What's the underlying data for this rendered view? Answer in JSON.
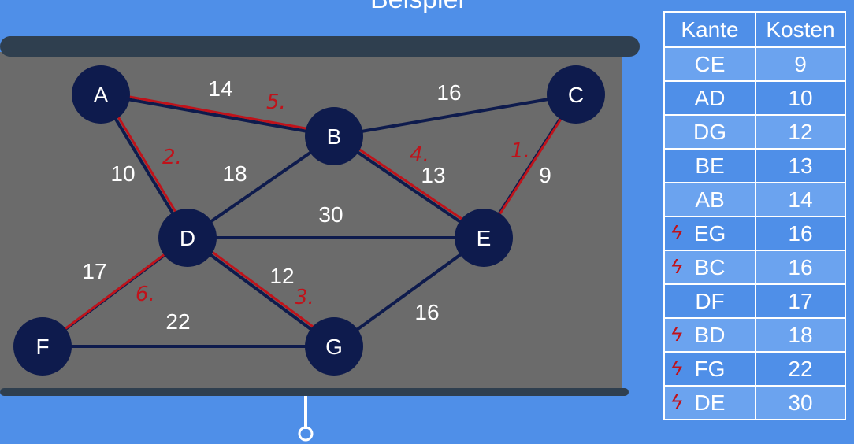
{
  "title": "Beispiel",
  "colors": {
    "background": "#4f8fe8",
    "board": "#6b6b6b",
    "roller": "#2f3f4f",
    "node": "#0e1b4d",
    "edge": "#0e1b4d",
    "selected_edge": "#c0121a",
    "text": "#ffffff"
  },
  "graph": {
    "nodes": [
      {
        "id": "A",
        "label": "A"
      },
      {
        "id": "B",
        "label": "B"
      },
      {
        "id": "C",
        "label": "C"
      },
      {
        "id": "D",
        "label": "D"
      },
      {
        "id": "E",
        "label": "E"
      },
      {
        "id": "F",
        "label": "F"
      },
      {
        "id": "G",
        "label": "G"
      }
    ],
    "edges": [
      {
        "from": "A",
        "to": "B",
        "weight": "14",
        "selected": true,
        "order": "5."
      },
      {
        "from": "A",
        "to": "D",
        "weight": "10",
        "selected": true,
        "order": "2."
      },
      {
        "from": "B",
        "to": "C",
        "weight": "16",
        "selected": false,
        "order": ""
      },
      {
        "from": "B",
        "to": "D",
        "weight": "18",
        "selected": false,
        "order": ""
      },
      {
        "from": "B",
        "to": "E",
        "weight": "13",
        "selected": true,
        "order": "4."
      },
      {
        "from": "C",
        "to": "E",
        "weight": "9",
        "selected": true,
        "order": "1."
      },
      {
        "from": "D",
        "to": "E",
        "weight": "30",
        "selected": false,
        "order": ""
      },
      {
        "from": "D",
        "to": "F",
        "weight": "17",
        "selected": true,
        "order": "6."
      },
      {
        "from": "D",
        "to": "G",
        "weight": "12",
        "selected": true,
        "order": "3."
      },
      {
        "from": "F",
        "to": "G",
        "weight": "22",
        "selected": false,
        "order": ""
      },
      {
        "from": "E",
        "to": "G",
        "weight": "16",
        "selected": false,
        "order": ""
      }
    ]
  },
  "table": {
    "headers": [
      "Kante",
      "Kosten"
    ],
    "rows": [
      {
        "kante": "CE",
        "kosten": "9",
        "rejected": false
      },
      {
        "kante": "AD",
        "kosten": "10",
        "rejected": false
      },
      {
        "kante": "DG",
        "kosten": "12",
        "rejected": false
      },
      {
        "kante": "BE",
        "kosten": "13",
        "rejected": false
      },
      {
        "kante": "AB",
        "kosten": "14",
        "rejected": false
      },
      {
        "kante": "EG",
        "kosten": "16",
        "rejected": true
      },
      {
        "kante": "BC",
        "kosten": "16",
        "rejected": true
      },
      {
        "kante": "DF",
        "kosten": "17",
        "rejected": false
      },
      {
        "kante": "BD",
        "kosten": "18",
        "rejected": true
      },
      {
        "kante": "FG",
        "kosten": "22",
        "rejected": true
      },
      {
        "kante": "DE",
        "kosten": "30",
        "rejected": true
      }
    ],
    "reject_mark": "ϟ"
  }
}
